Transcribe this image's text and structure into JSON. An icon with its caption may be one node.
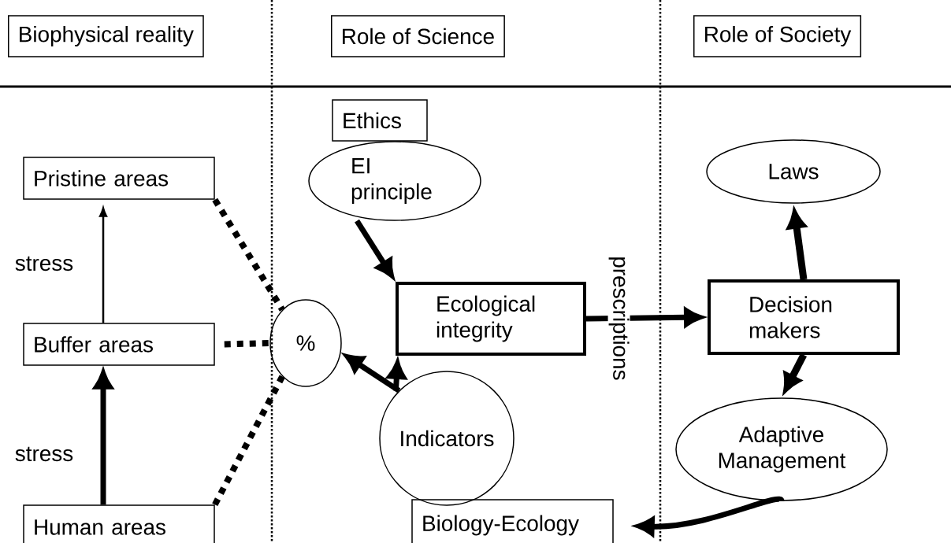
{
  "diagram": {
    "nodes": [
      {
        "text": [
          "Biophysical reality"
        ]
      },
      {
        "text": [
          "Role of Science"
        ]
      },
      {
        "text": [
          "Role of Society"
        ]
      },
      {
        "text": [
          "Ethics"
        ]
      },
      {
        "text": [
          "EI principle"
        ]
      },
      {
        "text": [
          "Pristine areas"
        ]
      },
      {
        "text": [
          "Buffer areas"
        ]
      },
      {
        "text": [
          "Human areas"
        ]
      },
      {
        "text": [
          "%"
        ]
      },
      {
        "text": [
          "Ecological integrity"
        ]
      },
      {
        "text": [
          "Indicators"
        ]
      },
      {
        "text": [
          "Biology-Ecology"
        ]
      },
      {
        "text": [
          "Laws"
        ]
      },
      {
        "text": [
          "Decision makers"
        ]
      },
      {
        "text": [
          "Adaptive Management"
        ]
      }
    ],
    "edges": [
      {
        "from": 6,
        "to": 5,
        "arrow": "to"
      },
      {
        "from": 7,
        "to": 6,
        "arrow": "to"
      },
      {
        "from": 5,
        "to": 8,
        "arrow": "none",
        "style": "dashed"
      },
      {
        "from": 6,
        "to": 8,
        "arrow": "none",
        "style": "dashed"
      },
      {
        "from": 7,
        "to": 8,
        "arrow": "none",
        "style": "dashed"
      },
      {
        "from": 4,
        "to": 9,
        "arrow": "to"
      },
      {
        "from": 10,
        "to": 8,
        "arrow": "to"
      },
      {
        "from": 10,
        "to": 9,
        "arrow": "to"
      },
      {
        "from": 9,
        "to": 13,
        "arrow": "to",
        "label": "prescriptions"
      },
      {
        "from": 13,
        "to": 12,
        "arrow": "to"
      },
      {
        "from": 13,
        "to": 14,
        "arrow": "to"
      },
      {
        "from": 14,
        "to": 11,
        "arrow": "to"
      }
    ],
    "labels": [
      "stress",
      "stress"
    ]
  }
}
